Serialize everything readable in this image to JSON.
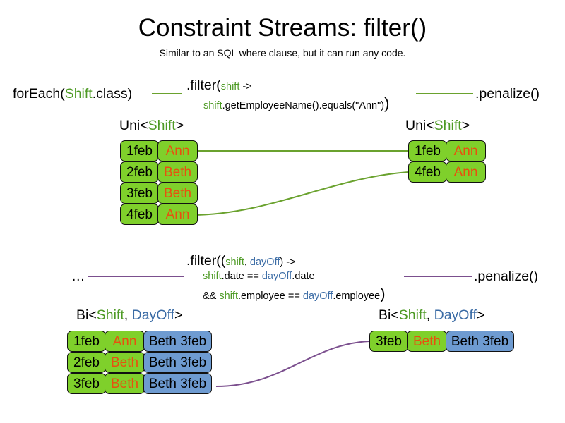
{
  "slide": {
    "title": "Constraint Streams: filter()",
    "subtitle": "Similar to an SQL where clause, but it can run any code."
  },
  "colors": {
    "green_fill": "#7fd02b",
    "blue_fill": "#6e9bd1",
    "shift_text": "#4d9a24",
    "dayoff_text": "#3a6ba5",
    "name_text": "#e8500f",
    "green_wire": "#6aa22e",
    "purple_wire": "#7b4f8e",
    "outline": "#111111"
  },
  "uni_section": {
    "source_label": {
      "prefix": "forEach(",
      "type": "Shift",
      "suffix": ".class)"
    },
    "filter": {
      "line1_call": ".filter(",
      "line1_param": "shift",
      "line1_arrow": " ->",
      "line2_var": "shift",
      "line2_body": ".getEmployeeName().equals(\"Ann\")",
      "line2_close": ")"
    },
    "penalize_label": ".penalize()",
    "input_table": {
      "header_prefix": "Uni<",
      "header_type": "Shift",
      "header_suffix": ">",
      "rows": [
        {
          "date": "1feb",
          "name": "Ann"
        },
        {
          "date": "2feb",
          "name": "Beth"
        },
        {
          "date": "3feb",
          "name": "Beth"
        },
        {
          "date": "4feb",
          "name": "Ann"
        }
      ]
    },
    "output_table": {
      "header_prefix": "Uni<",
      "header_type": "Shift",
      "header_suffix": ">",
      "rows": [
        {
          "date": "1feb",
          "name": "Ann"
        },
        {
          "date": "4feb",
          "name": "Ann"
        }
      ]
    }
  },
  "bi_section": {
    "source_label": "…",
    "filter": {
      "line1_call": ".filter((",
      "line1_param1": "shift",
      "line1_comma": ", ",
      "line1_param2": "dayOff",
      "line1_arrow": ") ->",
      "line2_var1": "shift",
      "line2_mid": ".date == ",
      "line2_var2": "dayOff",
      "line2_end": ".date",
      "line3_and": "&& ",
      "line3_var1": "shift",
      "line3_mid": ".employee == ",
      "line3_var2": "dayOff",
      "line3_end": ".employee",
      "line3_close": ")"
    },
    "penalize_label": ".penalize()",
    "input_table": {
      "header_prefix": "Bi<",
      "header_type1": "Shift",
      "header_comma": ", ",
      "header_type2": "DayOff",
      "header_suffix": ">",
      "rows": [
        {
          "date": "1feb",
          "name": "Ann",
          "pair": "Beth 3feb"
        },
        {
          "date": "2feb",
          "name": "Beth",
          "pair": "Beth 3feb"
        },
        {
          "date": "3feb",
          "name": "Beth",
          "pair": "Beth 3feb"
        }
      ]
    },
    "output_table": {
      "header_prefix": "Bi<",
      "header_type1": "Shift",
      "header_comma": ", ",
      "header_type2": "DayOff",
      "header_suffix": ">",
      "rows": [
        {
          "date": "3feb",
          "name": "Beth",
          "pair": "Beth 3feb"
        }
      ]
    }
  }
}
